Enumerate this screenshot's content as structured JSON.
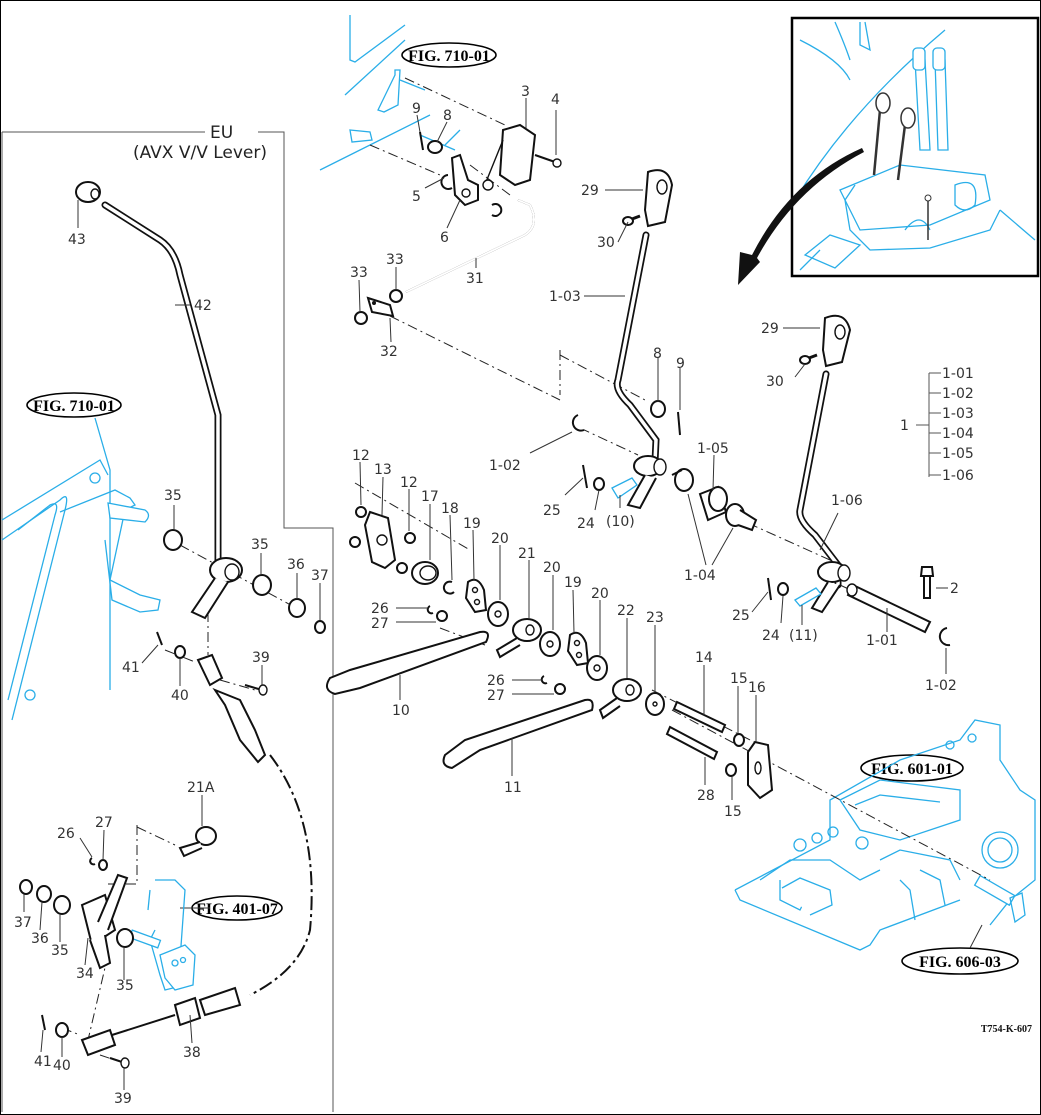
{
  "drawing": {
    "code": "T754-K-607",
    "colors": {
      "line": "#111111",
      "reference": "#2aaee8",
      "label": "#333333"
    }
  },
  "eu_group": {
    "title": "EU",
    "subtitle": "(AVX V/V Lever)"
  },
  "fig_refs": {
    "top": "FIG. 710-01",
    "left": "FIG. 710-01",
    "bracket": "FIG. 401-07",
    "housing": "FIG. 601-01",
    "pin": "FIG. 606-03"
  },
  "assembly_1": {
    "label": "1",
    "children": [
      "1-01",
      "1-02",
      "1-03",
      "1-04",
      "1-05",
      "1-06"
    ]
  },
  "callouts": {
    "p3": "3",
    "p4": "4",
    "p9a": "9",
    "p8a": "8",
    "p5": "5",
    "p6": "6",
    "p33a": "33",
    "p33b": "33",
    "p31": "31",
    "p32": "32",
    "p29a": "29",
    "p30a": "30",
    "p103": "1-03",
    "p8b": "8",
    "p9b": "9",
    "p102a": "1-02",
    "p105": "1-05",
    "p104": "1-04",
    "p25a": "25",
    "p24a": "24",
    "p10ref": "(10)",
    "p29b": "29",
    "p30b": "30",
    "p106": "1-06",
    "p2": "2",
    "p25b": "25",
    "p24b": "24",
    "p11ref": "(11)",
    "p101": "1-01",
    "p102b": "1-02",
    "p12a": "12",
    "p13": "13",
    "p12b": "12",
    "p17": "17",
    "p18": "18",
    "p19a": "19",
    "p20a": "20",
    "p21": "21",
    "p20b": "20",
    "p19b": "19",
    "p20c": "20",
    "p22": "22",
    "p23": "23",
    "p26a": "26",
    "p27a": "27",
    "p26b": "26",
    "p27b": "27",
    "p10": "10",
    "p11": "11",
    "p14": "14",
    "p15a": "15",
    "p16": "16",
    "p28": "28",
    "p15b": "15",
    "p43": "43",
    "p42": "42",
    "p35a": "35",
    "p35b": "35",
    "p36a": "36",
    "p37a": "37",
    "p41a": "41",
    "p40a": "40",
    "p39a": "39",
    "p21A": "21A",
    "p26c": "26",
    "p27c": "27",
    "p37b": "37",
    "p36b": "36",
    "p35c": "35",
    "p34": "34",
    "p35d": "35",
    "p41b": "41",
    "p40b": "40",
    "p38": "38",
    "p39b": "39"
  }
}
